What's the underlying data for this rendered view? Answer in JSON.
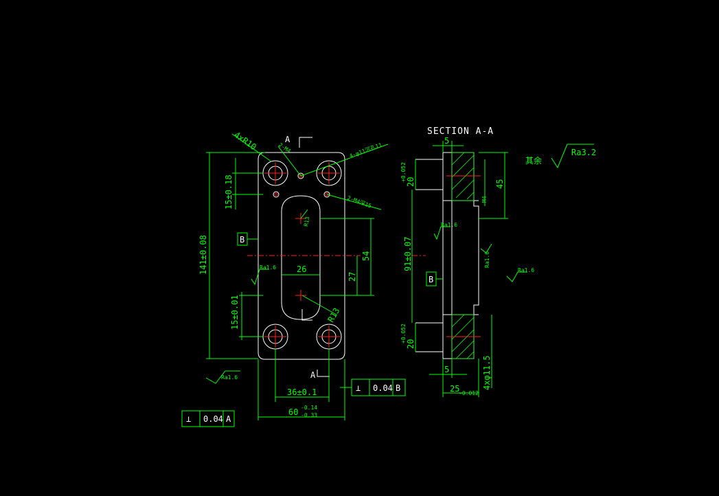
{
  "title": "SECTION A-A",
  "section_markers": {
    "top": "A",
    "bottom": "A"
  },
  "datum": "B",
  "surface_finish": {
    "other_label": "其余",
    "other_value": "Ra3.2",
    "local": "Ra1.6"
  },
  "front_view": {
    "height_dim": "141±0.08",
    "top_offset": "15±0.18",
    "bottom_offset": "15±0.01",
    "hole_spacing": "36±0.1",
    "width_dim": "60",
    "width_tol_upper": "-0.14",
    "width_tol_lower": "-0.33",
    "slot_width": "26",
    "slot_half": "27",
    "slot_length": "54",
    "slot_radius_top": "R13",
    "slot_radius_bottom": "R13",
    "corner_radius": "4xR10",
    "pin_holes": "2-M4",
    "counterbore": "4-φ11沉孔11",
    "tap_holes": "2-M4深15"
  },
  "tolerance_frames": [
    {
      "symbol": "⊥",
      "value": "0.04",
      "datum": "B"
    },
    {
      "symbol": "⊥",
      "value": "0.04",
      "datum": "A"
    }
  ],
  "section_view": {
    "top_step": "5",
    "bottom_step": "5",
    "top_height": "20",
    "top_height_tol": "+0.052",
    "bottom_height": "20",
    "bottom_height_tol": "+0.052",
    "middle_height": "91±0.07",
    "right_height": "45",
    "thread_note": "M4",
    "thickness": "25",
    "thickness_tol": "-0.012",
    "bottom_hole": "4xφ11.5",
    "datum_label": "B"
  }
}
